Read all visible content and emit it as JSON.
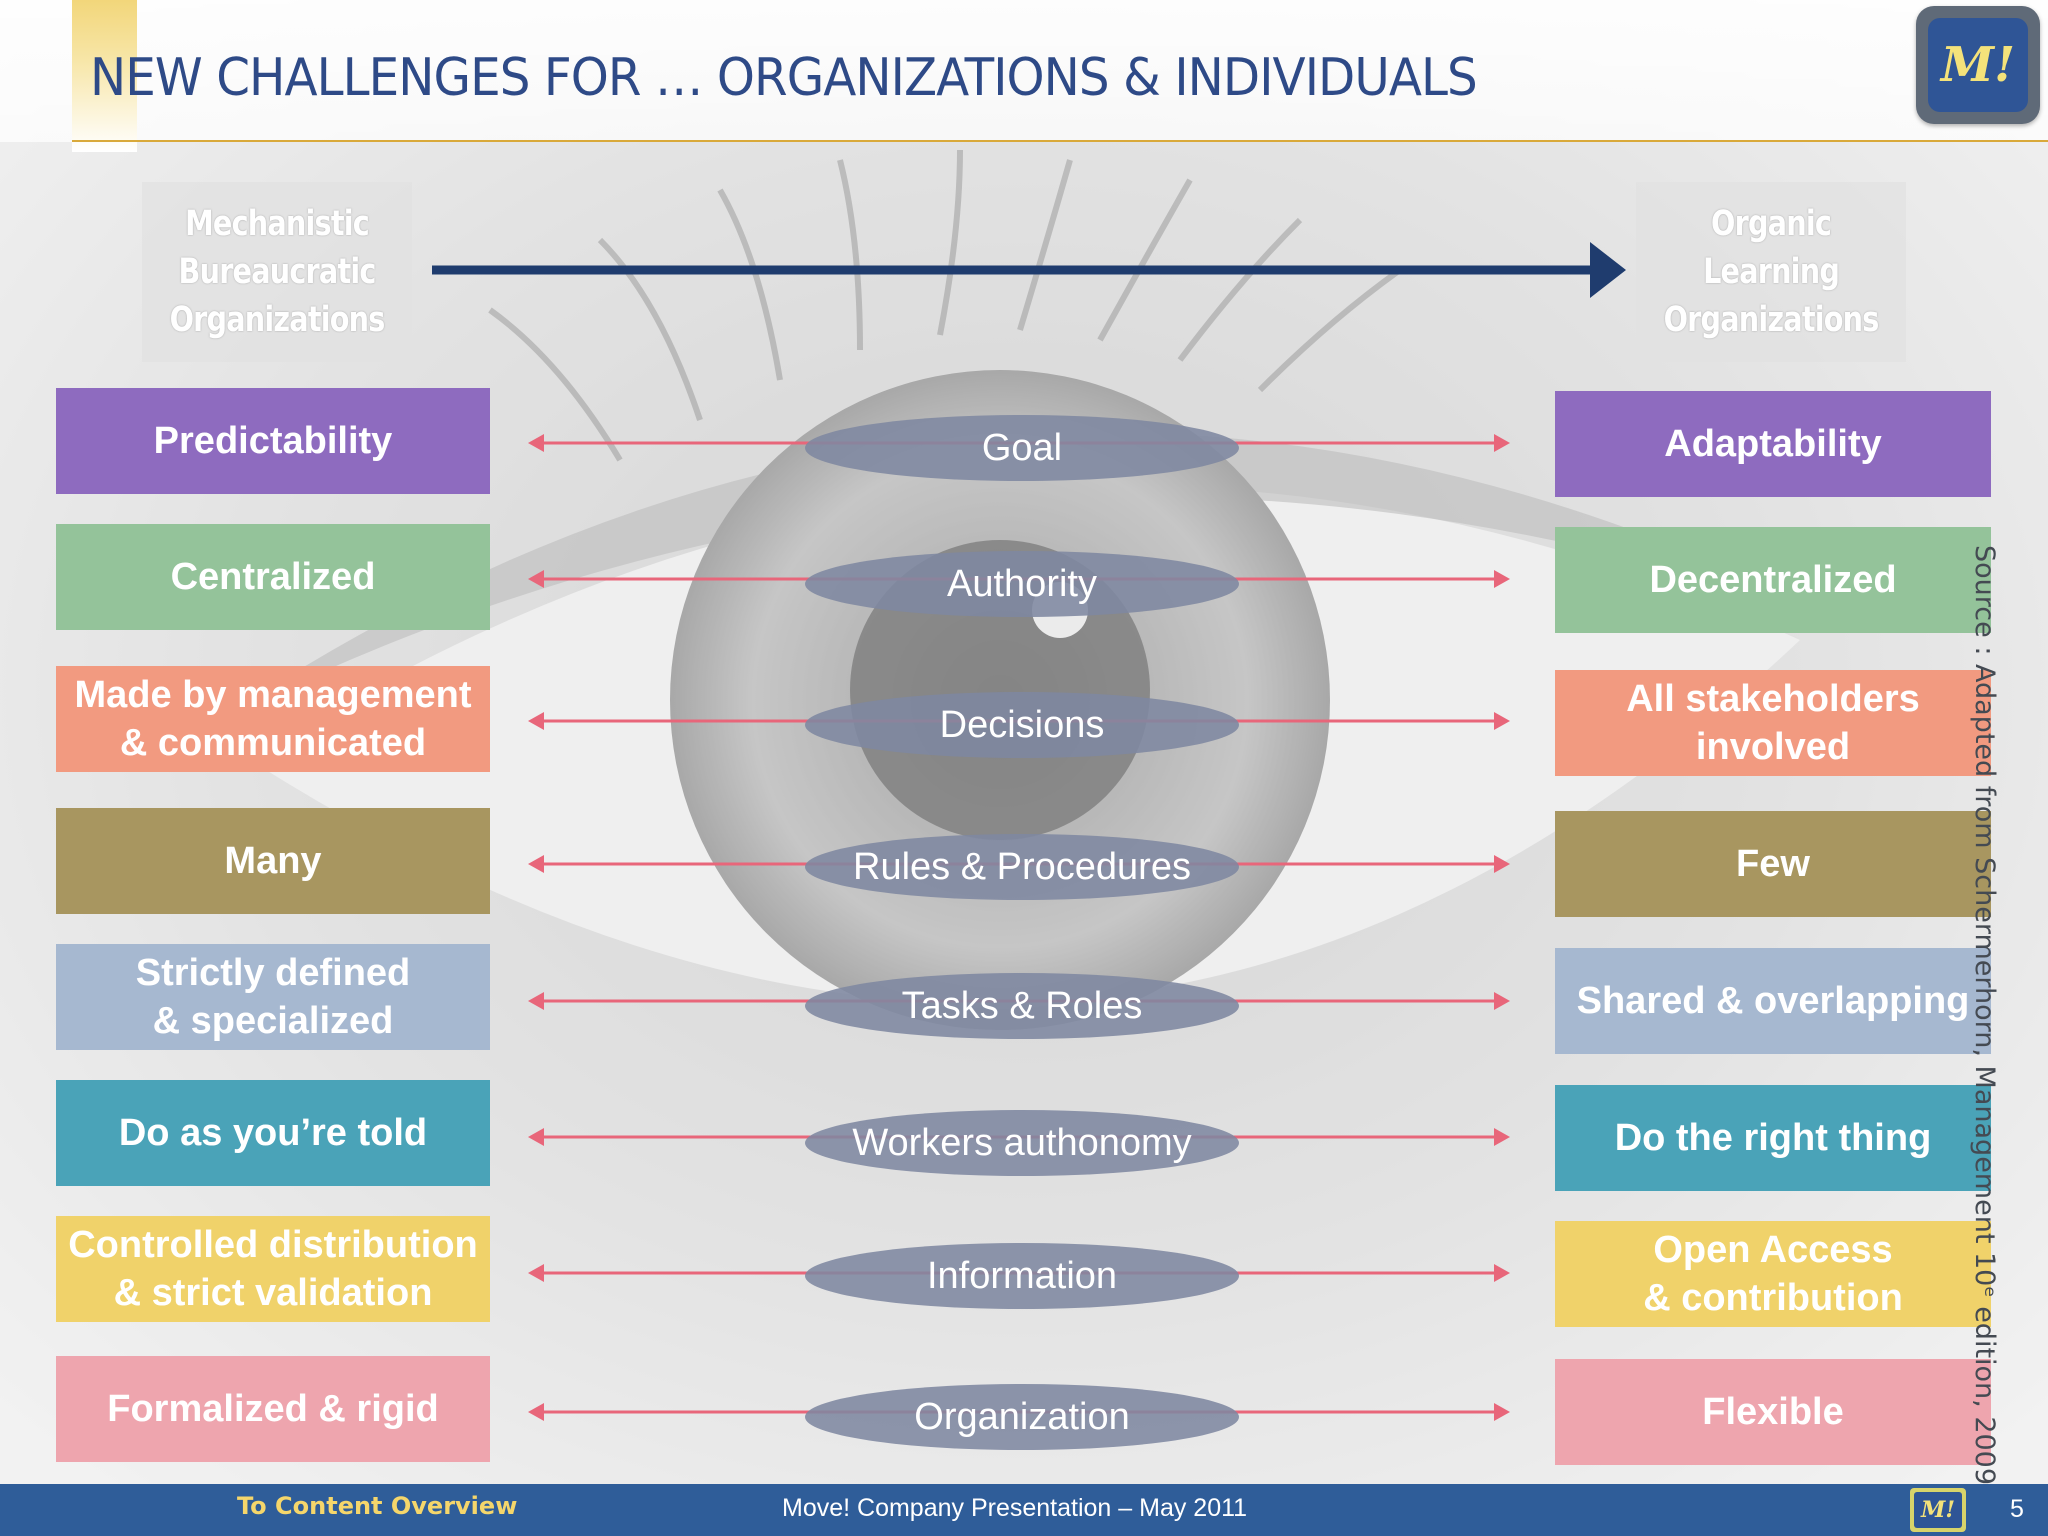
{
  "header": {
    "title": "NEW CHALLENGES FOR … ORGANIZATIONS & INDIVIDUALS",
    "logo_text": "M!"
  },
  "orgs": {
    "left": "Mechanistic\nBureaucratic\nOrganizations",
    "right": "Organic\nLearning\nOrganizations"
  },
  "rows": [
    {
      "left": "Predictability",
      "center": "Goal",
      "right": "Adaptability",
      "color": "#8e6bbf"
    },
    {
      "left": "Centralized",
      "center": "Authority",
      "right": "Decentralized",
      "color": "#94c39a"
    },
    {
      "left": "Made by management\n& communicated",
      "center": "Decisions",
      "right": "All stakeholders\ninvolved",
      "color": "#f29a80"
    },
    {
      "left": "Many",
      "center": "Rules & Procedures",
      "right": "Few",
      "color": "#a89660"
    },
    {
      "left": "Strictly defined\n& specialized",
      "center": "Tasks & Roles",
      "right": "Shared & overlapping",
      "color": "#a6b8d0"
    },
    {
      "left": "Do as you’re told",
      "center": "Workers authonomy",
      "right": "Do the right thing",
      "color": "#4aa3b8"
    },
    {
      "left": "Controlled distribution\n& strict validation",
      "center": "Information",
      "right": "Open Access\n& contribution",
      "color": "#f0d26a"
    },
    {
      "left": "Formalized & rigid",
      "center": "Organization",
      "right": "Flexible",
      "color": "#eea5ae"
    }
  ],
  "source": "Source : Adapted from Schermerhorn, Management  10ᵉ  edition, 2009",
  "footer": {
    "link": "To Content Overview",
    "text": "Move! Company Presentation – May 2011",
    "logo_text": "M!",
    "page_number": "5"
  },
  "colors": {
    "title": "#2e4a87",
    "main_arrow": "#1f3c6e",
    "connector": "#e8667a",
    "footer": "#2f5d99",
    "accent": "#d9a93a"
  }
}
